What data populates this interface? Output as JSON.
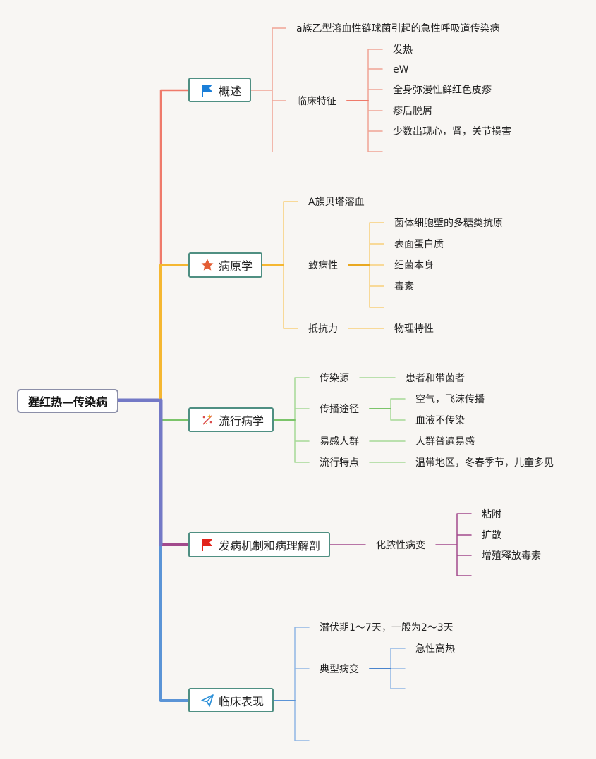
{
  "root": {
    "label": "猩红热—传染病"
  },
  "colors": {
    "overview": "#ef7a6a",
    "pathogen": "#f5b731",
    "epidemiology": "#7cc46a",
    "mechanism": "#a24a8c",
    "clinical": "#5b94d6",
    "root_trunk": "#7479c6"
  },
  "branches": {
    "overview": {
      "label": "概述",
      "icon": "blue-flag-icon",
      "definition": "a族乙型溶血性链球菌引起的急性呼吸道传染病",
      "clinical_features": {
        "label": "临床特征",
        "items": [
          "发热",
          "eW",
          "全身弥漫性鲜红色皮疹",
          "疹后脱屑",
          "少数出现心，肾，关节损害"
        ]
      }
    },
    "pathogen": {
      "label": "病原学",
      "icon": "star-icon",
      "species": "A族贝塔溶血",
      "virulence": {
        "label": "致病性",
        "items": [
          "菌体细胞壁的多糖类抗原",
          "表面蛋白质",
          "细菌本身",
          "毒素"
        ]
      },
      "resistance": {
        "label": "抵抗力",
        "value": "物理特性"
      }
    },
    "epidemiology": {
      "label": "流行病学",
      "icon": "sparkle-icon",
      "source": {
        "label": "传染源",
        "value": "患者和带菌者"
      },
      "route": {
        "label": "传播途径",
        "items": [
          "空气，飞沫传播",
          "血液不传染"
        ]
      },
      "susceptible": {
        "label": "易感人群",
        "value": "人群普遍易感"
      },
      "features": {
        "label": "流行特点",
        "value": "温带地区，冬春季节，儿童多见"
      }
    },
    "mechanism": {
      "label": "发病机制和病理解剖",
      "icon": "red-flag-icon",
      "lesion": {
        "label": "化脓性病变",
        "items": [
          "粘附",
          "扩散",
          "增殖释放毒素"
        ]
      }
    },
    "clinical": {
      "label": "临床表现",
      "icon": "paper-plane-icon",
      "incubation": "潜伏期1～7天，一般为2～3天",
      "typical": {
        "label": "典型病变",
        "items": [
          "急性高热"
        ]
      }
    }
  }
}
